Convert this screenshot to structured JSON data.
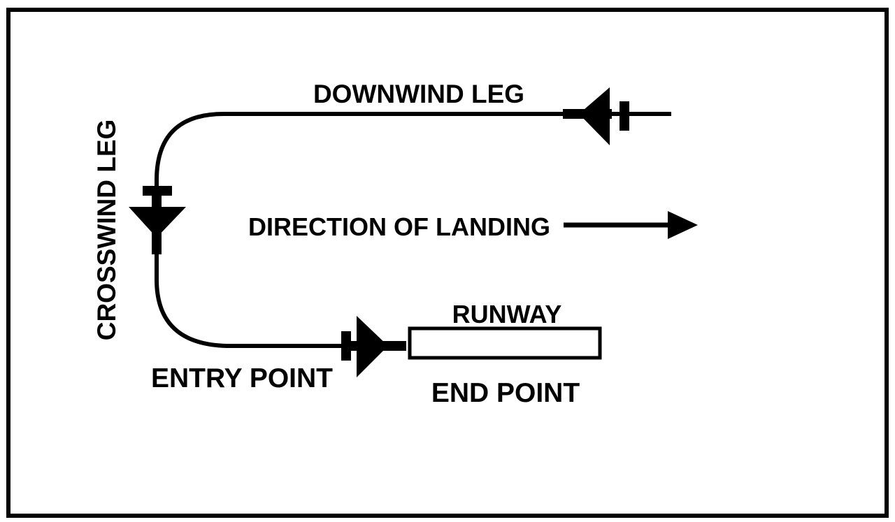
{
  "labels": {
    "downwind_leg": "DOWNWIND LEG",
    "crosswind_leg": "CROSSWIND LEG",
    "direction_of_landing": "DIRECTION OF LANDING",
    "runway": "RUNWAY",
    "entry_point": "ENTRY POINT",
    "end_point": "END POINT"
  },
  "colors": {
    "stroke": "#000000",
    "background": "#ffffff"
  }
}
